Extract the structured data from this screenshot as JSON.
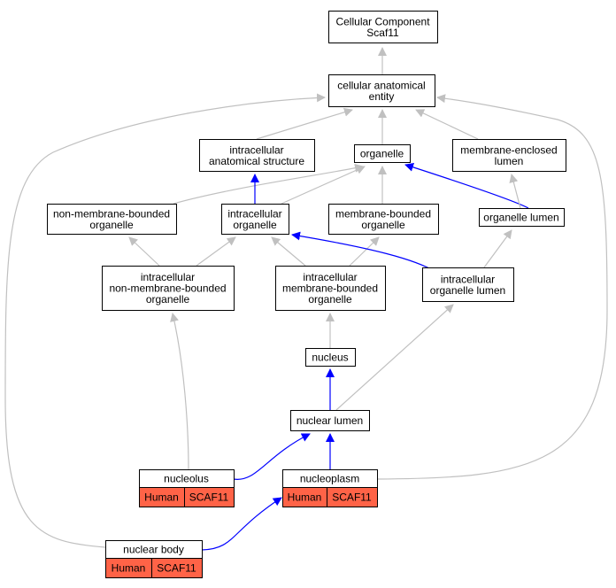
{
  "colors": {
    "is_a_edge": "#c0c0c0",
    "part_of_edge": "#0000ff",
    "gene_cell": "#ff6347",
    "node_border": "#000000",
    "node_fill": "#ffffff"
  },
  "nodes": {
    "root": [
      "Cellular Component",
      "Scaf11"
    ],
    "cae": [
      "cellular anatomical",
      "entity"
    ],
    "ias": [
      "intracellular",
      "anatomical structure"
    ],
    "organelle": [
      "organelle"
    ],
    "mel": [
      "membrane-enclosed",
      "lumen"
    ],
    "nmbo": [
      "non-membrane-bounded",
      "organelle"
    ],
    "io": [
      "intracellular",
      "organelle"
    ],
    "mbo": [
      "membrane-bounded",
      "organelle"
    ],
    "ol": [
      "organelle lumen"
    ],
    "inmbo": [
      "intracellular",
      "non-membrane-bounded",
      "organelle"
    ],
    "imbo": [
      "intracellular",
      "membrane-bounded",
      "organelle"
    ],
    "iol": [
      "intracellular",
      "organelle lumen"
    ],
    "nucleus": [
      "nucleus"
    ],
    "nlumen": [
      "nuclear lumen"
    ],
    "nucleolus": [
      "nucleolus"
    ],
    "nucleoplasm": [
      "nucleoplasm"
    ],
    "nbody": [
      "nuclear body"
    ]
  },
  "genes": {
    "nucleolus": [
      "Human",
      "SCAF11"
    ],
    "nucleoplasm": [
      "Human",
      "SCAF11"
    ],
    "nbody": [
      "Human",
      "SCAF11"
    ]
  },
  "edges": [
    {
      "from": "cae",
      "to": "root",
      "type": "is_a"
    },
    {
      "from": "ias",
      "to": "cae",
      "type": "is_a"
    },
    {
      "from": "organelle",
      "to": "cae",
      "type": "is_a"
    },
    {
      "from": "mel",
      "to": "cae",
      "type": "is_a"
    },
    {
      "from": "nmbo",
      "to": "organelle",
      "type": "is_a"
    },
    {
      "from": "io",
      "to": "organelle",
      "type": "is_a"
    },
    {
      "from": "mbo",
      "to": "organelle",
      "type": "is_a"
    },
    {
      "from": "ol",
      "to": "organelle",
      "type": "part_of"
    },
    {
      "from": "ol",
      "to": "mel",
      "type": "is_a"
    },
    {
      "from": "io",
      "to": "ias",
      "type": "part_of"
    },
    {
      "from": "inmbo",
      "to": "nmbo",
      "type": "is_a"
    },
    {
      "from": "inmbo",
      "to": "io",
      "type": "is_a"
    },
    {
      "from": "imbo",
      "to": "io",
      "type": "is_a"
    },
    {
      "from": "imbo",
      "to": "mbo",
      "type": "is_a"
    },
    {
      "from": "iol",
      "to": "io",
      "type": "part_of"
    },
    {
      "from": "iol",
      "to": "ol",
      "type": "is_a"
    },
    {
      "from": "nucleus",
      "to": "imbo",
      "type": "is_a"
    },
    {
      "from": "nlumen",
      "to": "nucleus",
      "type": "part_of"
    },
    {
      "from": "nlumen",
      "to": "iol",
      "type": "is_a"
    },
    {
      "from": "nucleolus",
      "to": "inmbo",
      "type": "is_a"
    },
    {
      "from": "nucleolus",
      "to": "nlumen",
      "type": "part_of"
    },
    {
      "from": "nucleoplasm",
      "to": "nlumen",
      "type": "part_of"
    },
    {
      "from": "nucleoplasm",
      "to": "cae",
      "type": "is_a"
    },
    {
      "from": "nbody",
      "to": "nucleoplasm",
      "type": "part_of"
    },
    {
      "from": "nbody",
      "to": "cae",
      "type": "is_a"
    }
  ]
}
